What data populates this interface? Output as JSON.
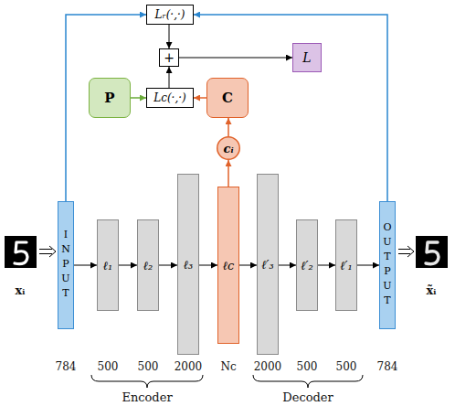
{
  "diagram": {
    "nodes": [
      {
        "text": [
          "Lᵣ(·,·)"
        ]
      },
      {
        "text": [
          "+"
        ]
      },
      {
        "text": [
          "L"
        ]
      },
      {
        "text": [
          "P"
        ]
      },
      {
        "text": [
          "Lc(·,·)"
        ]
      },
      {
        "text": [
          "C"
        ]
      },
      {
        "text": [
          "cᵢ"
        ]
      },
      {
        "text": [
          "INPUT"
        ]
      },
      {
        "text": [
          "ℓ₁"
        ]
      },
      {
        "text": [
          "ℓ₂"
        ]
      },
      {
        "text": [
          "ℓ₃"
        ]
      },
      {
        "text": [
          "ℓc"
        ]
      },
      {
        "text": [
          "ℓ′₃"
        ]
      },
      {
        "text": [
          "ℓ′₂"
        ]
      },
      {
        "text": [
          "ℓ′₁"
        ]
      },
      {
        "text": [
          "OUTPUT"
        ]
      }
    ],
    "edges": [
      {
        "from": 7,
        "to": 8,
        "arrow": "to"
      },
      {
        "from": 8,
        "to": 9,
        "arrow": "to"
      },
      {
        "from": 9,
        "to": 10,
        "arrow": "to"
      },
      {
        "from": 10,
        "to": 11,
        "arrow": "to"
      },
      {
        "from": 11,
        "to": 12,
        "arrow": "to"
      },
      {
        "from": 12,
        "to": 13,
        "arrow": "to"
      },
      {
        "from": 13,
        "to": 14,
        "arrow": "to"
      },
      {
        "from": 14,
        "to": 15,
        "arrow": "to"
      },
      {
        "from": 11,
        "to": 6,
        "arrow": "to"
      },
      {
        "from": 6,
        "to": 5,
        "arrow": "to"
      },
      {
        "from": 3,
        "to": 4,
        "arrow": "to"
      },
      {
        "from": 5,
        "to": 4,
        "arrow": "to"
      },
      {
        "from": 4,
        "to": 1,
        "arrow": "to"
      },
      {
        "from": 0,
        "to": 1,
        "arrow": "to"
      },
      {
        "from": 1,
        "to": 2,
        "arrow": "to"
      },
      {
        "from": 7,
        "to": 0,
        "arrow": "to"
      },
      {
        "from": 15,
        "to": 0,
        "arrow": "to"
      }
    ],
    "labels": [
      "xᵢ",
      "x̃ᵢ",
      "784",
      "500",
      "500",
      "2000",
      "Nc",
      "2000",
      "500",
      "500",
      "784",
      "Encoder",
      "Decoder"
    ]
  }
}
